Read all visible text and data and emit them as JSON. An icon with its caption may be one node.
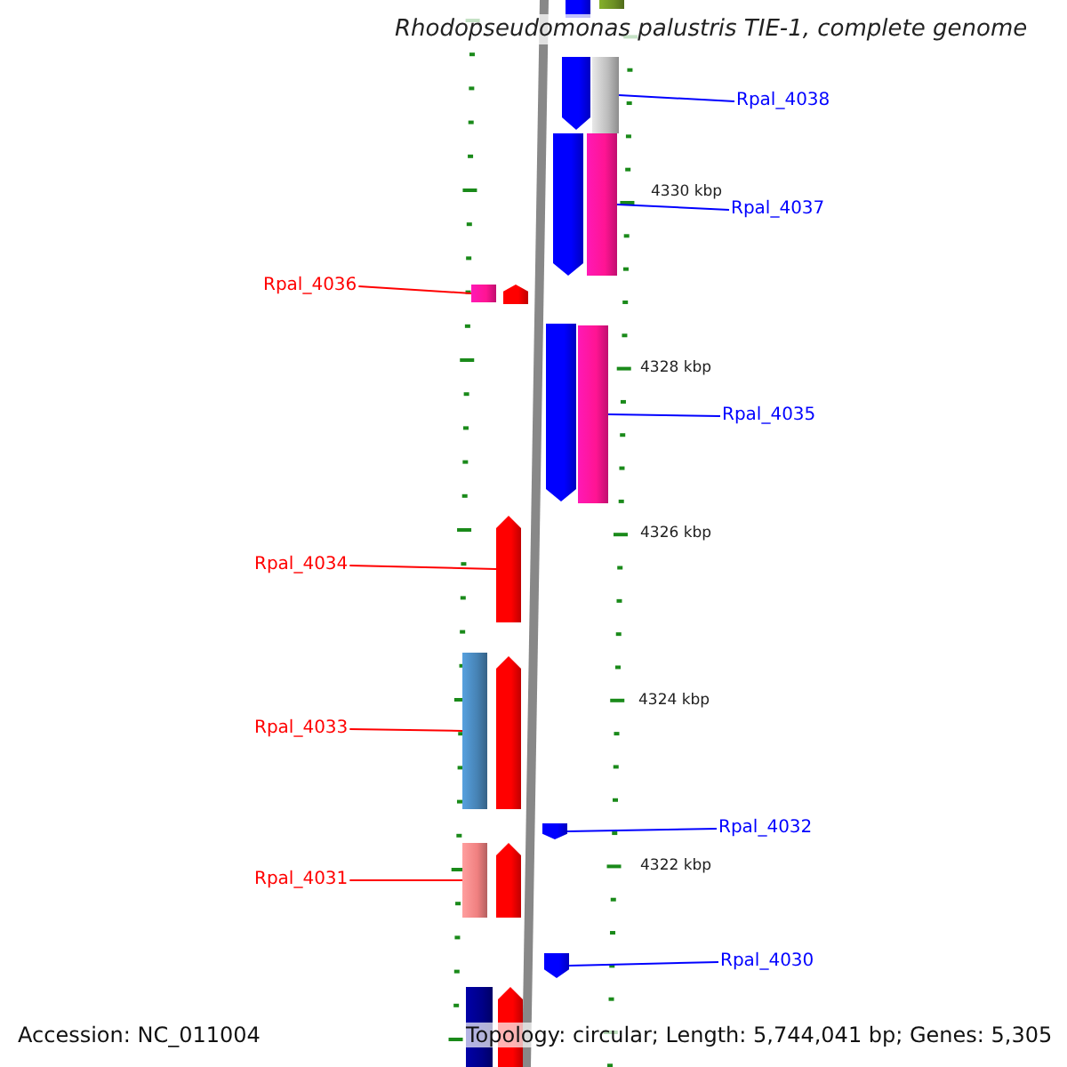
{
  "diagram": {
    "title": "Rhodopseudomonas palustris TIE-1, complete genome",
    "nodes": [
      {
        "text": [
          "Rpal_4038"
        ]
      },
      {
        "text": [],
        "shape": "bar"
      },
      {
        "text": [
          "Rpal_4037"
        ]
      },
      {
        "text": [],
        "shape": "bar"
      },
      {
        "text": [
          "Rpal_4036"
        ]
      },
      {
        "text": [],
        "shape": "bar"
      },
      {
        "text": [
          "Rpal_4035"
        ]
      },
      {
        "text": [],
        "shape": "bar"
      },
      {
        "text": [
          "Rpal_4034"
        ]
      },
      {
        "text": [],
        "shape": "arrow"
      },
      {
        "text": [
          "Rpal_4033"
        ]
      },
      {
        "text": [],
        "shape": "bar"
      },
      {
        "text": [
          "Rpal_4032"
        ]
      },
      {
        "text": [],
        "shape": "arrow"
      },
      {
        "text": [
          "Rpal_4031"
        ]
      },
      {
        "text": [],
        "shape": "bar"
      },
      {
        "text": [
          "Rpal_4030"
        ]
      },
      {
        "text": [],
        "shape": "arrow"
      }
    ],
    "edges": [
      {
        "from": 0,
        "to": 1,
        "arrow": "none"
      },
      {
        "from": 2,
        "to": 3,
        "arrow": "none"
      },
      {
        "from": 4,
        "to": 5,
        "arrow": "none",
        "color": "#ff0000"
      },
      {
        "from": 6,
        "to": 7,
        "arrow": "none"
      },
      {
        "from": 8,
        "to": 9,
        "arrow": "none",
        "color": "#ff0000"
      },
      {
        "from": 10,
        "to": 11,
        "arrow": "none",
        "color": "#ff0000"
      },
      {
        "from": 12,
        "to": 13,
        "arrow": "none"
      },
      {
        "from": 14,
        "to": 15,
        "arrow": "none",
        "color": "#ff0000"
      },
      {
        "from": 16,
        "to": 17,
        "arrow": "none"
      }
    ],
    "labels": [
      "4330 kbp",
      "4328 kbp",
      "4326 kbp",
      "4324 kbp",
      "4322 kbp",
      "Accession: NC_011004",
      "Topology: circular; Length: 5,744,041 bp; Genes: 5,305"
    ]
  }
}
